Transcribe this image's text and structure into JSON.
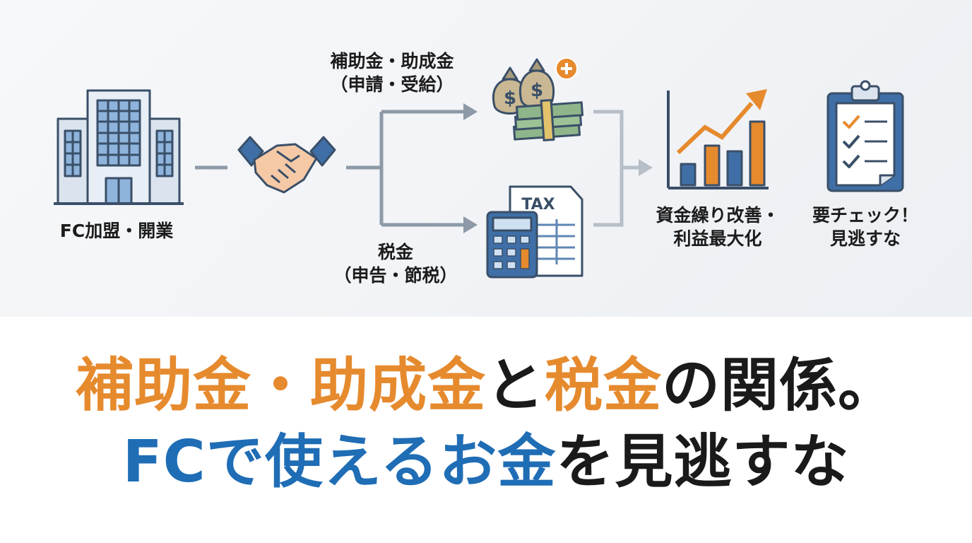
{
  "colors": {
    "orange": "#e68a2e",
    "blue": "#1f6db5",
    "dark": "#1a1a1a",
    "connector": "#8d99a6",
    "icon_outline": "#3a4f68",
    "icon_fill": "#c9d9ea",
    "money_green": "#8fb58a"
  },
  "labels": {
    "fc_join": "FC加盟・開業",
    "subsidy_title": "補助金・助成金",
    "subsidy_sub": "（申請・受給）",
    "tax_title": "税金",
    "tax_sub": "（申告・節税）",
    "cashflow_line1": "資金繰り改善・",
    "cashflow_line2": "利益最大化",
    "check_line1": "要チェック！",
    "check_line2": "見逃すな"
  },
  "icons": {
    "building": "office-building-icon",
    "handshake": "handshake-icon",
    "money": "money-bags-cash-icon",
    "plus": "plus-badge-icon",
    "tax": "tax-document-calculator-icon",
    "tax_text": "TAX",
    "chart": "growth-bar-chart-icon",
    "clipboard": "checklist-clipboard-icon"
  },
  "headline": {
    "line1": [
      {
        "text": "補助金・助成金",
        "color": "#e68a2e"
      },
      {
        "text": "と",
        "color": "#1a1a1a"
      },
      {
        "text": "税金",
        "color": "#e68a2e"
      },
      {
        "text": "の関係。",
        "color": "#1a1a1a"
      }
    ],
    "line2": [
      {
        "text": "FCで使えるお金",
        "color": "#1f6db5"
      },
      {
        "text": "を見逃すな",
        "color": "#1a1a1a"
      }
    ]
  }
}
